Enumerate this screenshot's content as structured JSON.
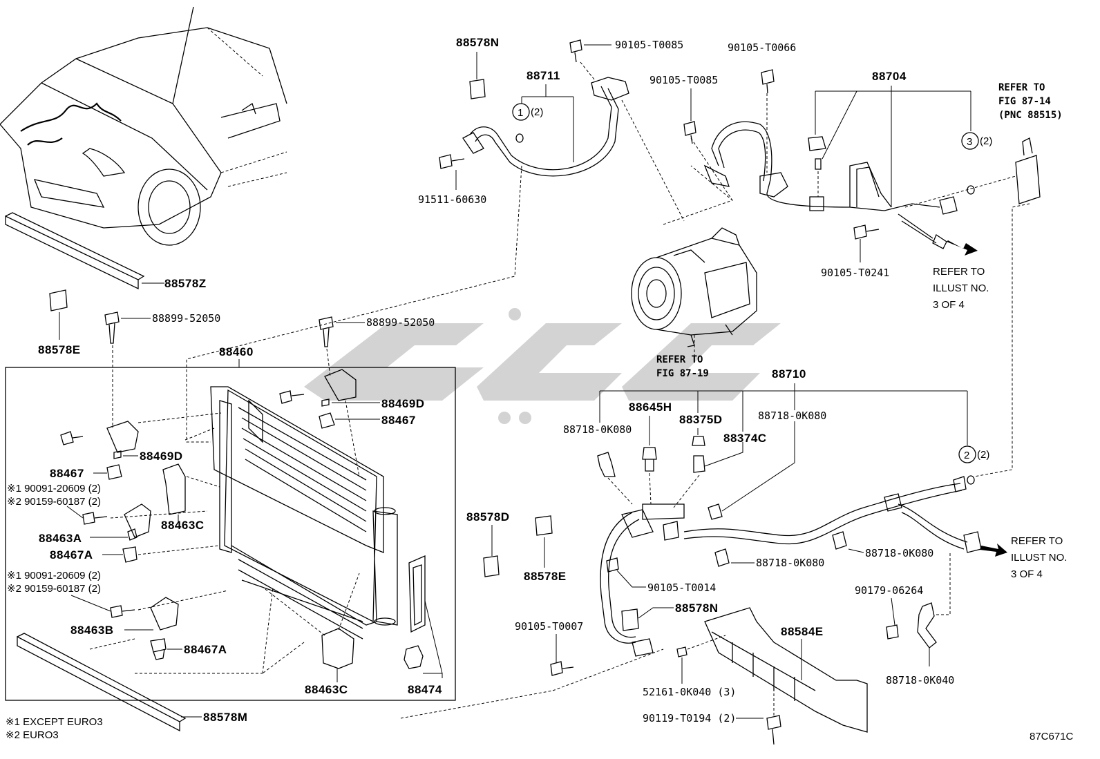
{
  "diagram_code": "87C671C",
  "footnotes": {
    "note1": "※1 EXCEPT EURO3",
    "note2": "※2 EURO3"
  },
  "labels": {
    "p88578Z": "88578Z",
    "p88578E_left": "88578E",
    "p88899_52050_left": "88899-52050",
    "p88899_52050_right": "88899-52050",
    "p88460": "88460",
    "p88469D_right": "88469D",
    "p88467_right": "88467",
    "p88469D_left": "88469D",
    "p88467_left": "88467",
    "note1_a": "※1 90091-20609 (2)",
    "note2_a": "※2 90159-60187 (2)",
    "p88463C_upper": "88463C",
    "p88463A": "88463A",
    "p88467A_upper": "88467A",
    "note1_b": "※1 90091-20609 (2)",
    "note2_b": "※2 90159-60187 (2)",
    "p88463B": "88463B",
    "p88467A_lower": "88467A",
    "p88463C_lower": "88463C",
    "p88474": "88474",
    "p88578M": "88578M",
    "p88578N_top": "88578N",
    "p88711": "88711",
    "p90105_T0085_top": "90105-T0085",
    "p90105_T0066": "90105-T0066",
    "p90105_T0085_mid": "90105-T0085",
    "p88704": "88704",
    "p91511_60630": "91511-60630",
    "p90105_T0241": "90105-T0241",
    "circle1_qty": "(2)",
    "circle3_qty": "(2)",
    "circle2_qty": "(2)",
    "p88710": "88710",
    "p88645H": "88645H",
    "p88375D": "88375D",
    "p88718_0K080_a": "88718-0K080",
    "p88718_0K080_b": "88718-0K080",
    "p88374C": "88374C",
    "p88718_0K080_c": "88718-0K080",
    "p88718_0K080_d": "88718-0K080",
    "p88578D": "88578D",
    "p88578E_mid": "88578E",
    "p90105_T0014": "90105-T0014",
    "p88578N_lower": "88578N",
    "p90105_T0007": "90105-T0007",
    "p88584E": "88584E",
    "p52161_0K040": "52161-0K040 (3)",
    "p90119_T0194": "90119-T0194 (2)",
    "p90179_06264": "90179-06264",
    "p88718_0K040": "88718-0K040"
  },
  "circles": {
    "c1": "1",
    "c2": "2",
    "c3": "3"
  },
  "refs": {
    "fig8714_l1": "REFER TO",
    "fig8714_l2": "FIG 87-14",
    "fig8714_l3": "(PNC 88515)",
    "fig8719_l1": "REFER TO",
    "fig8719_l2": "FIG 87-19",
    "illust_top_l1": "REFER TO",
    "illust_top_l2": "ILLUST NO.",
    "illust_top_l3": "3 OF 4",
    "illust_bot_l1": "REFER TO",
    "illust_bot_l2": "ILLUST NO.",
    "illust_bot_l3": "3 OF 4"
  }
}
